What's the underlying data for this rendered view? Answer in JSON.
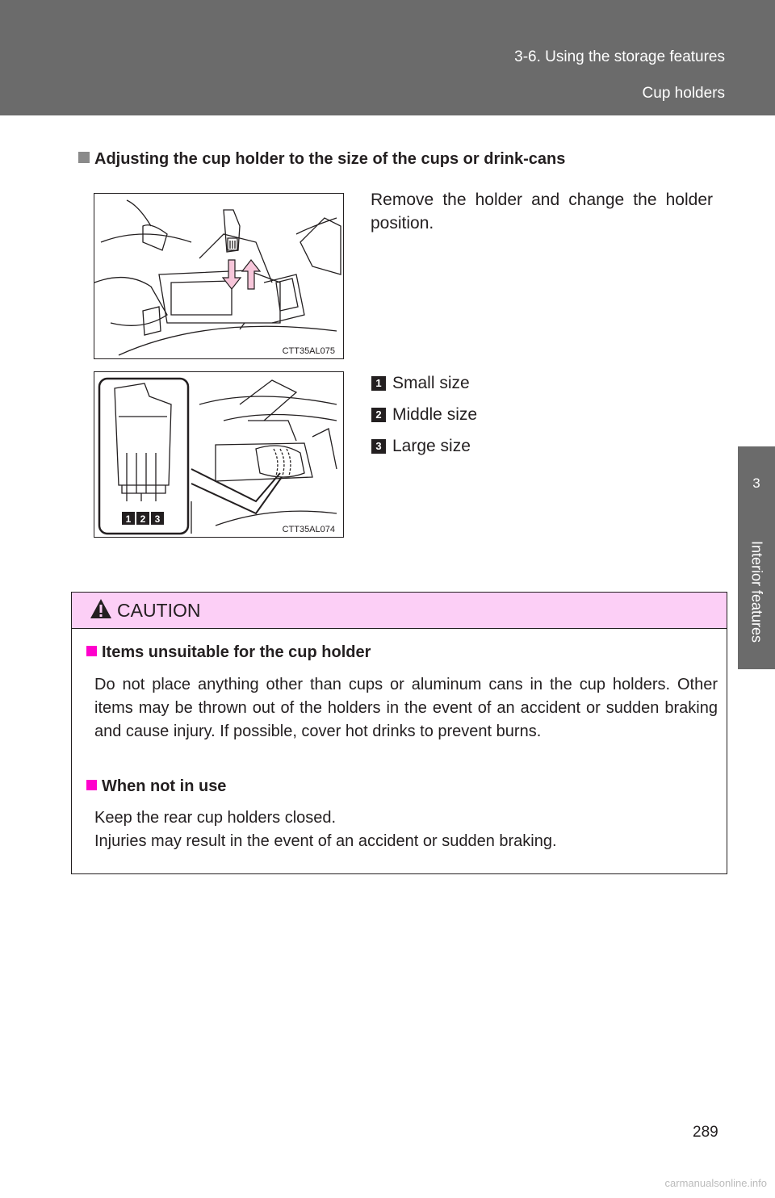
{
  "header": {
    "section": "3-6. Using the storage features",
    "subsection": "Cup holders"
  },
  "side_tab": {
    "number": "3",
    "label": "Interior features"
  },
  "heading": "Adjusting the cup holder to the size of the cups or drink-cans",
  "figures": [
    {
      "code": "CTT35AL075"
    },
    {
      "code": "CTT35AL074"
    }
  ],
  "instruction": "Remove the holder and change the holder position.",
  "sizes": [
    {
      "num": "1",
      "label": "Small size"
    },
    {
      "num": "2",
      "label": "Middle size"
    },
    {
      "num": "3",
      "label": "Large size"
    }
  ],
  "caution": {
    "title": "CAUTION",
    "items": [
      {
        "heading": "Items unsuitable for the cup holder",
        "text": "Do not place anything other than cups or aluminum cans in the cup holders. Other items may be thrown out of the holders in the event of an accident or sudden braking and cause injury. If possible, cover hot drinks to prevent burns."
      },
      {
        "heading": "When not in use",
        "line1": "Keep the rear cup holders closed.",
        "line2": "Injuries may result in the event of an accident or sudden braking."
      }
    ]
  },
  "page_number": "289",
  "watermark": "carmanualsonline.info",
  "colors": {
    "header": "#6b6b6b",
    "caution_bar": "#fccff6",
    "bullet": "#ff00cc",
    "arrow": "#e85a8e"
  }
}
